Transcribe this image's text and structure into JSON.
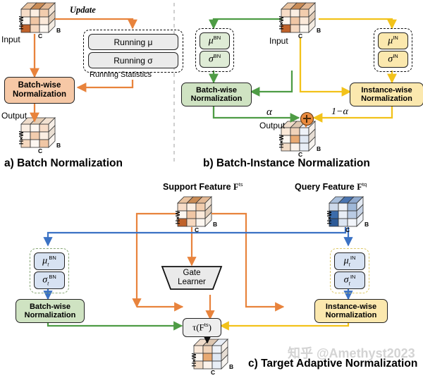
{
  "figure": {
    "panels": [
      {
        "id": "a",
        "caption": "a) Batch Normalization",
        "input_label": "Input",
        "output_label": "Output",
        "update_label": "Update",
        "running_stats_label": "Running Statistics",
        "stats": [
          "Running μ",
          "Running σ"
        ],
        "norm_box": "Batch-wise Normalization",
        "cube_axis": {
          "h": "H×W",
          "c": "C",
          "b": "B"
        }
      },
      {
        "id": "b",
        "caption": "b) Batch-Instance Normalization",
        "input_label": "Input",
        "output_label": "Output",
        "left_stats": {
          "mu": "μ",
          "mu_sup": "BN",
          "sigma": "σ",
          "sigma_sup": "BN"
        },
        "right_stats": {
          "mu": "μ",
          "mu_sup": "IN",
          "sigma": "σ",
          "sigma_sup": "IN"
        },
        "left_box": "Batch-wise Normalization",
        "right_box": "Instance-wise Normalization",
        "weight_left": "α",
        "weight_right": "1−α",
        "merge_op": "plus-circle",
        "cube_axis": {
          "h": "H×W",
          "c": "C",
          "b": "B"
        }
      },
      {
        "id": "c",
        "caption": "c) Target Adaptive Normalization",
        "support_label": "Support Feature",
        "support_symbol": "F",
        "support_sup": "ts",
        "query_label": "Query Feature",
        "query_symbol": "F",
        "query_sup": "tq",
        "left_stats": {
          "mu": "μ",
          "mu_sub": "t",
          "mu_sup": "BN",
          "sigma": "σ",
          "sigma_sub": "t",
          "sigma_sup": "BN"
        },
        "right_stats": {
          "mu": "μ",
          "mu_sub": "t",
          "mu_sup": "IN",
          "sigma": "σ",
          "sigma_sub": "t",
          "sigma_sup": "IN"
        },
        "left_box": "Batch-wise Normalization",
        "right_box": "Instance-wise Normalization",
        "gate_box": "Gate Learner",
        "gate_line1": "Gate",
        "gate_line2": "Learner",
        "tau_node": "τ(F",
        "tau_sup": "ts",
        "tau_close": ")",
        "cube_axis": {
          "h": "H×W",
          "c": "C",
          "b": "B"
        }
      }
    ],
    "watermark": "知乎 @Amethyst2023",
    "colors": {
      "orange_line": "#e8833c",
      "orange_fill": "#f6c8a6",
      "green_line": "#4e9c45",
      "green_fill": "#cfe3c2",
      "yellow_line": "#f2c21a",
      "yellow_fill": "#fbe8ae",
      "blue_line": "#3b72c4",
      "blue_fill": "#d7e2f2",
      "grey_fill": "#e8e8e8",
      "divider": "#bfbfbf"
    }
  }
}
